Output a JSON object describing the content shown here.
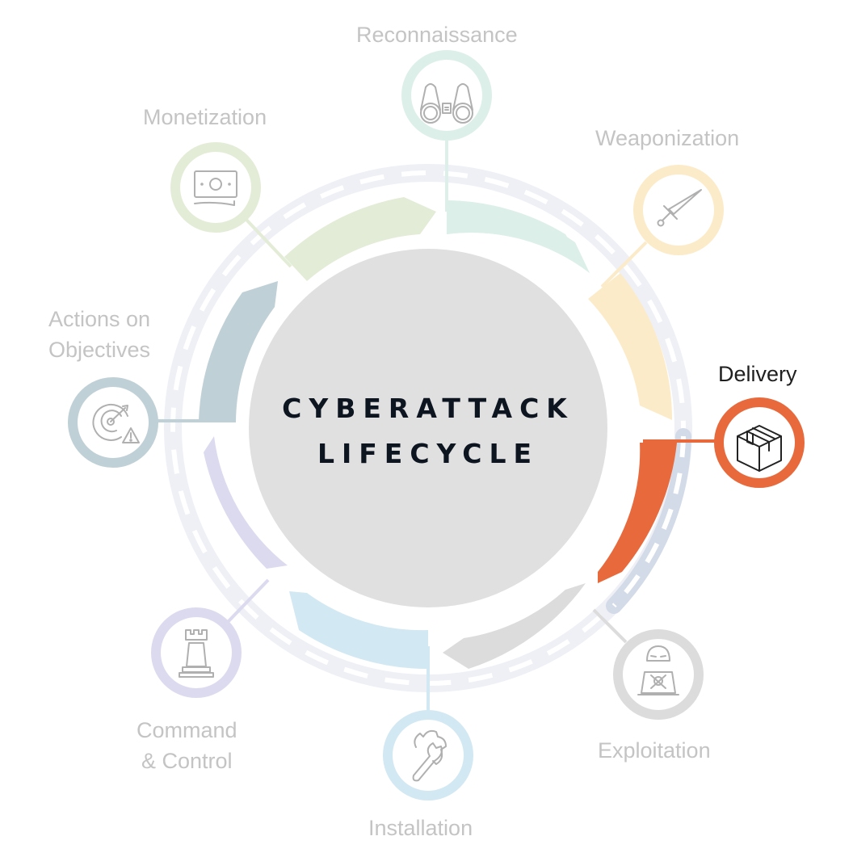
{
  "title": {
    "line1": "CYBERATTACK",
    "line2": "LIFECYCLE"
  },
  "colors": {
    "center_fill": "#e0e0e0",
    "chain": "#eef0f5",
    "chain_active": "#d3dbe8",
    "active_accent": "#e8693c",
    "icon_stroke": "#b0b0b0",
    "icon_stroke_active": "#222222"
  },
  "stages": [
    {
      "id": "reconnaissance",
      "label": "Reconnaissance",
      "icon": "binoculars-icon",
      "color": "#dcefe8",
      "active": false
    },
    {
      "id": "weaponization",
      "label": "Weaponization",
      "icon": "dagger-icon",
      "color": "#fcebc9",
      "active": false
    },
    {
      "id": "delivery",
      "label": "Delivery",
      "icon": "package-box-icon",
      "color": "#e8693c",
      "active": true
    },
    {
      "id": "exploitation",
      "label": "Exploitation",
      "icon": "hacker-laptop-icon",
      "color": "#dcdcdc",
      "active": false
    },
    {
      "id": "installation",
      "label": "Installation",
      "icon": "wrench-gear-icon",
      "color": "#d2e8f2",
      "active": false
    },
    {
      "id": "command-control",
      "label_line1": "Command",
      "label_line2": "& Control",
      "icon": "chess-rook-icon",
      "color": "#dcdaee",
      "active": false
    },
    {
      "id": "actions-on-objectives",
      "label_line1": "Actions on",
      "label_line2": "Objectives",
      "icon": "target-warning-icon",
      "color": "#bfd0d6",
      "active": false
    },
    {
      "id": "monetization",
      "label": "Monetization",
      "icon": "banknote-icon",
      "color": "#e3ecd6",
      "active": false
    }
  ]
}
